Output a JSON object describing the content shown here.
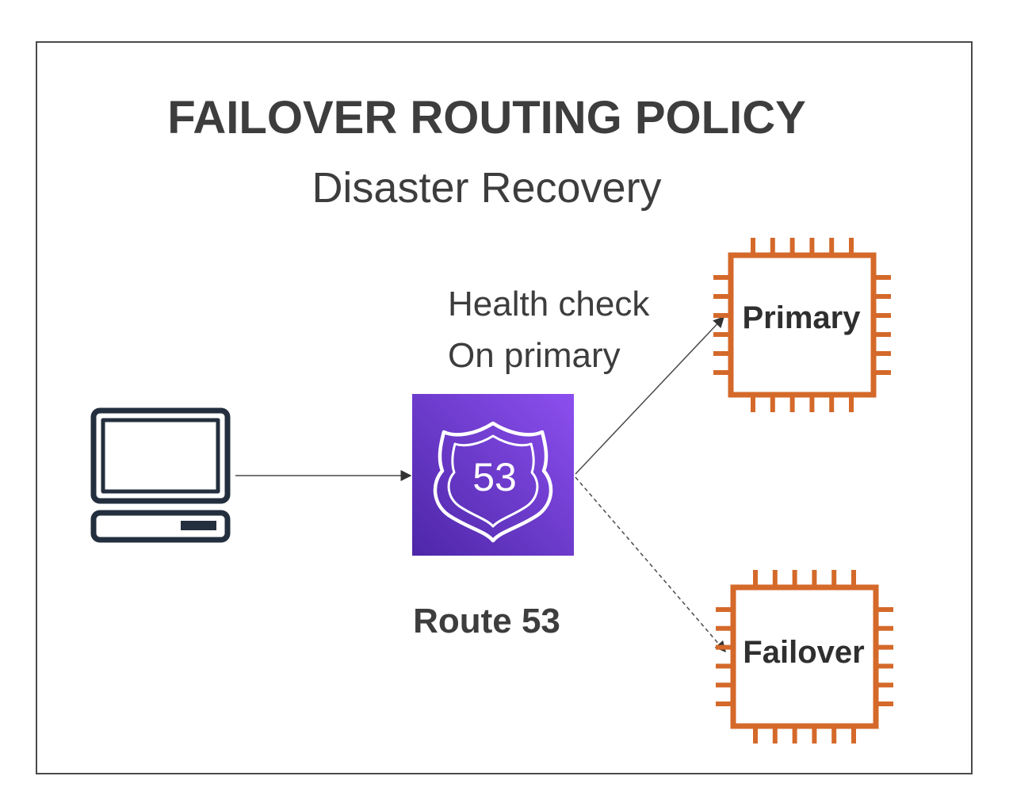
{
  "slide": {
    "title": "FAILOVER ROUTING POLICY",
    "subtitle": "Disaster Recovery"
  },
  "diagram": {
    "client": {
      "icon": "computer-icon"
    },
    "route53": {
      "icon": "route53-shield-icon",
      "badge_number": "53",
      "label": "Route 53",
      "background_colors": [
        "#8c4fef",
        "#4d27a8"
      ]
    },
    "health_check": {
      "line1": "Health check",
      "line2": "On primary"
    },
    "primary": {
      "icon": "ec2-instance-icon",
      "label": "Primary"
    },
    "failover": {
      "icon": "ec2-instance-icon",
      "label": "Failover"
    },
    "colors": {
      "chip_orange": "#d4692a",
      "frame": "#4a4a4a",
      "text": "#3d3d3d",
      "arrow": "#4a4a4a"
    }
  }
}
